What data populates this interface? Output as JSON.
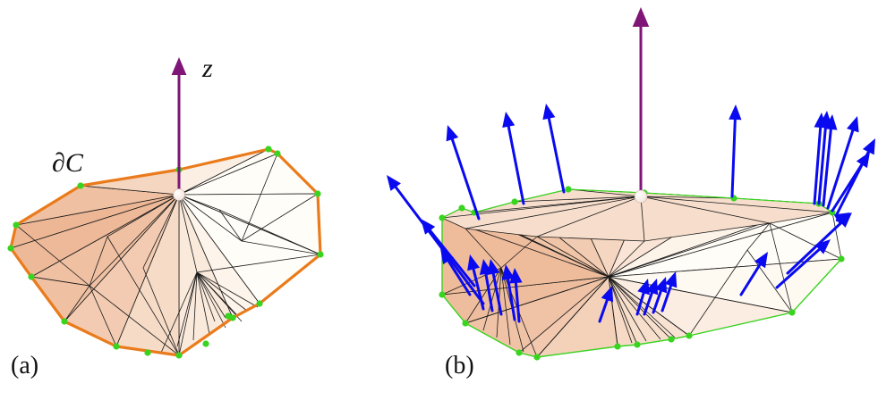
{
  "panel_a": {
    "label": "(a)",
    "boundary_label": "∂C",
    "axis_label": "z"
  },
  "panel_b": {
    "label": "(b)"
  },
  "colors": {
    "facet_light": "#fffdf7",
    "facet_dark": "#e8a57c",
    "edge": "#1a1a1a",
    "boundary_orange": "#ea7b1c",
    "vertex_green": "#39d41f",
    "normal_blue": "#0a0af0",
    "axis_purple": "#7e1577",
    "center_sphere": "#f3e4de"
  }
}
